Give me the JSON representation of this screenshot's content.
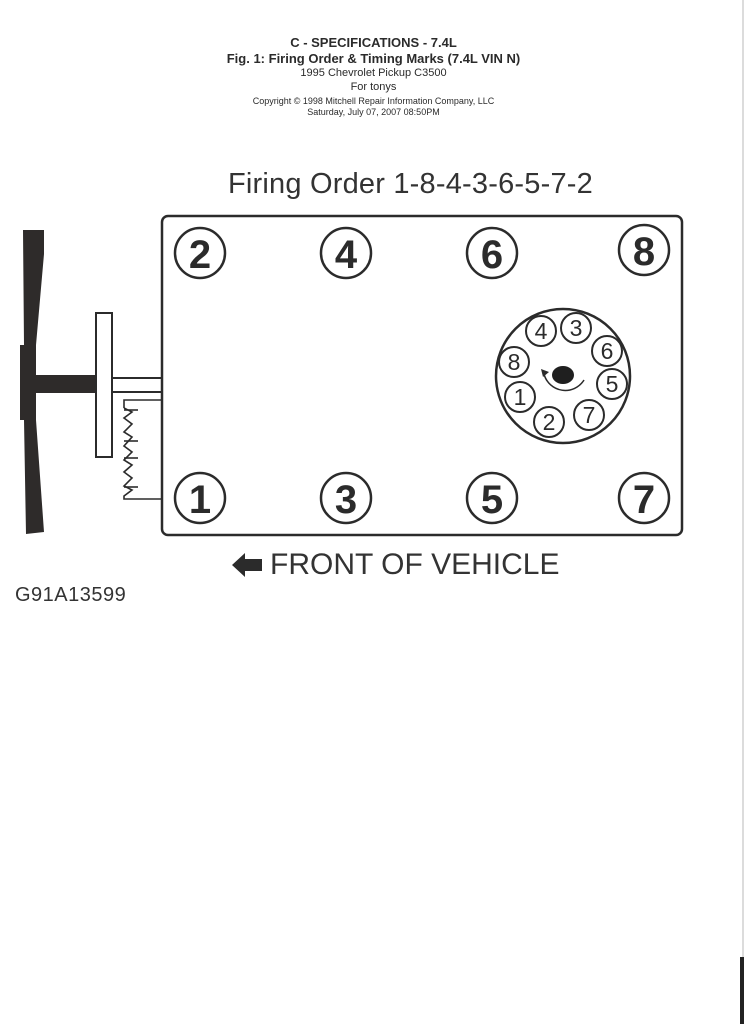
{
  "header": {
    "section": "C - SPECIFICATIONS - 7.4L",
    "figure_title": "Fig. 1:  Firing Order & Timing Marks (7.4L VIN N)",
    "vehicle": "1995 Chevrolet Pickup C3500",
    "for_user": "For tonys",
    "copyright": "Copyright © 1998 Mitchell Repair Information Company, LLC",
    "date": "Saturday, July 07, 2007  08:50PM"
  },
  "diagram": {
    "title": "Firing Order 1-8-4-3-6-5-7-2",
    "firing_order": [
      1,
      8,
      4,
      3,
      6,
      5,
      7,
      2
    ],
    "cylinders_top_row": [
      "2",
      "4",
      "6",
      "8"
    ],
    "cylinders_bottom_row": [
      "1",
      "3",
      "5",
      "7"
    ],
    "distributor_terminals": [
      "4",
      "3",
      "6",
      "5",
      "7",
      "2",
      "1",
      "8"
    ],
    "distributor_rotation": "clockwise",
    "front_label": "FRONT OF VEHICLE",
    "front_arrow_icon": "arrow-left-icon",
    "figure_code": "G91A13599"
  },
  "colors": {
    "ink": "#2b2b2b",
    "paper": "#ffffff"
  }
}
